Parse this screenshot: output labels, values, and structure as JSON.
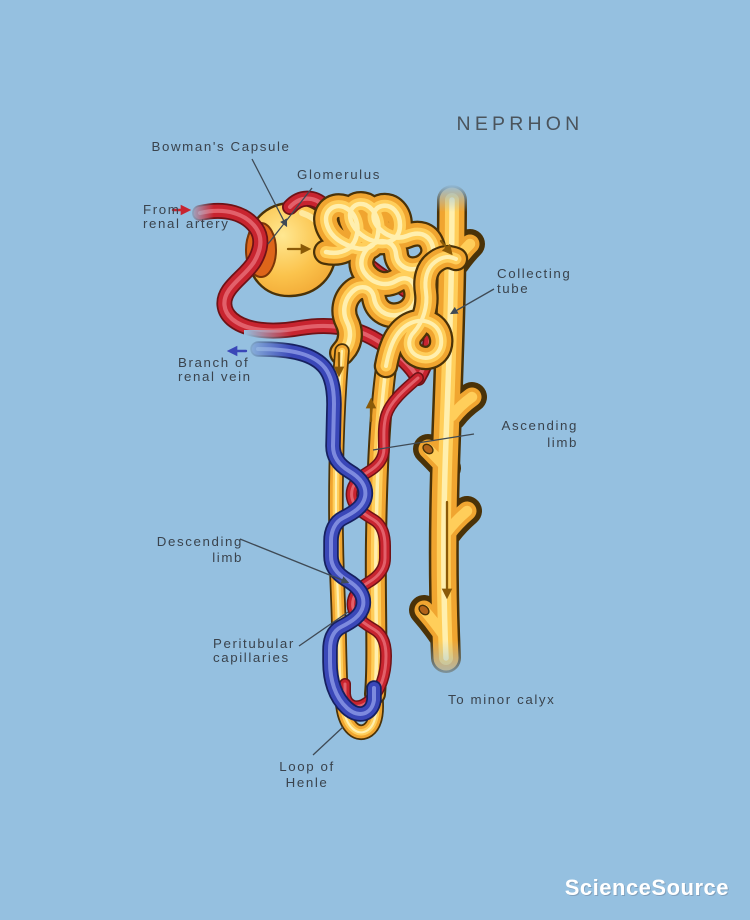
{
  "title": "NEPRHON",
  "watermark": "ScienceSource",
  "colors": {
    "background": "#95c0e0",
    "label_text": "#3a434d",
    "title_text": "#4b545c",
    "artery_red": "#c8242f",
    "vein_blue": "#3a47b8",
    "tubule_yellow": "#f0a530",
    "leader_line": "#3f4a55",
    "flow_arrow": "#8a5a08",
    "watermark_text": "#ffffff"
  },
  "labels": {
    "bowmans_capsule": "Bowman's Capsule",
    "glomerulus": "Glomerulus",
    "from_renal_artery": {
      "line1": "From",
      "line2": "renal artery"
    },
    "branch_of_renal_vein": {
      "line1": "Branch of",
      "line2": "renal vein"
    },
    "collecting_tube": {
      "line1": "Collecting",
      "line2": "tube"
    },
    "ascending_limb": {
      "line1": "Ascending",
      "line2": "limb"
    },
    "descending_limb": {
      "line1": "Descending",
      "line2": "limb"
    },
    "peritubular_capillaries": {
      "line1": "Peritubular",
      "line2": "capillaries"
    },
    "loop_of_henle": {
      "line1": "Loop of",
      "line2": "Henle"
    },
    "to_minor_calyx": "To minor calyx"
  }
}
